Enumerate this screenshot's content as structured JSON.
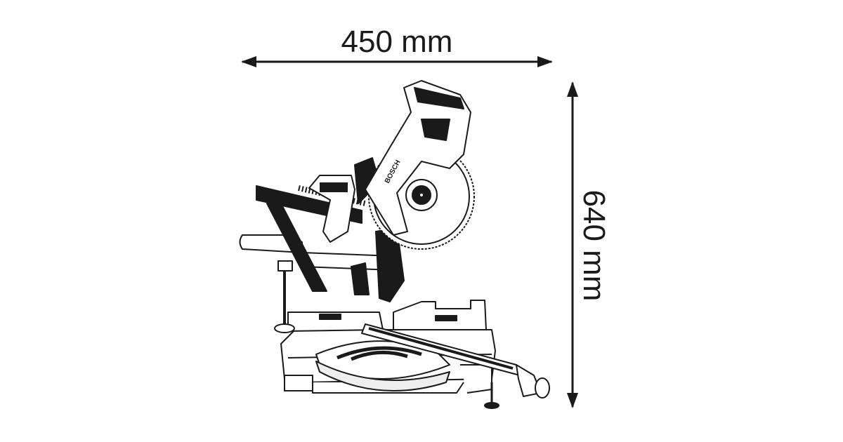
{
  "dimensions": {
    "width_label": "450 mm",
    "height_label": "640 mm"
  },
  "product": {
    "brand_mark": "BOSCH",
    "type": "sliding mitre saw"
  },
  "colors": {
    "line": "#1a1a1a",
    "background": "#ffffff"
  }
}
